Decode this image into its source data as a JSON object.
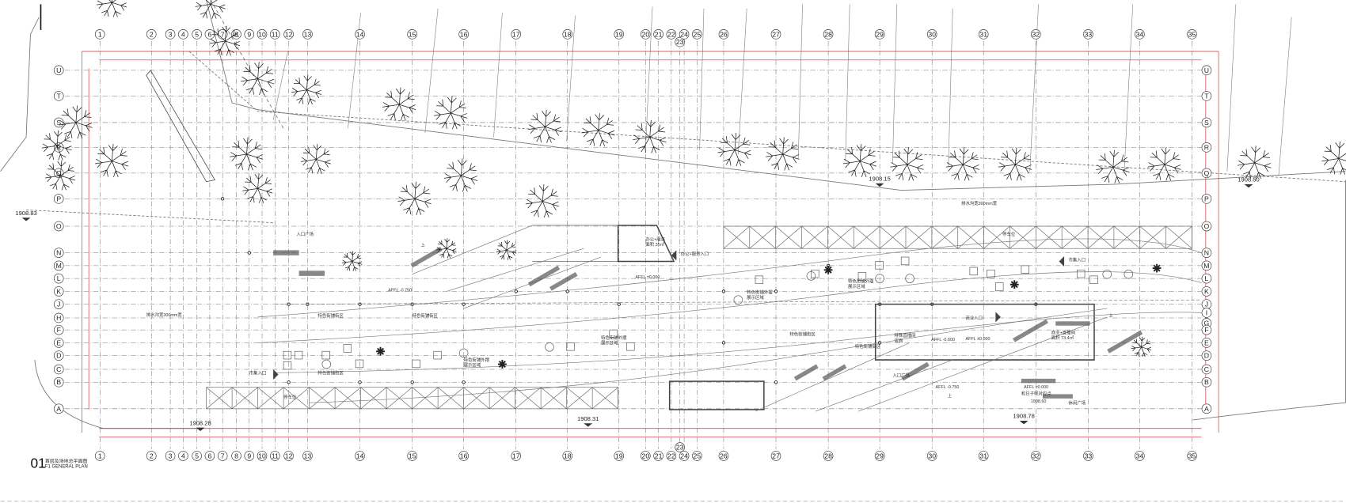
{
  "drawing": {
    "number": "01",
    "title_cn": "首层及场地总平面图",
    "title_en": "F1 GENERAL PLAN"
  },
  "grid": {
    "columns": [
      "1",
      "2",
      "3",
      "4",
      "5",
      "6",
      "7",
      "8",
      "9",
      "10",
      "11",
      "12",
      "13",
      "14",
      "15",
      "16",
      "17",
      "18",
      "19",
      "20",
      "21",
      "22",
      "23",
      "24",
      "25",
      "26",
      "27",
      "28",
      "29",
      "30",
      "31",
      "32",
      "33",
      "34",
      "35"
    ],
    "rows_left": [
      "U",
      "T",
      "S",
      "R",
      "Q",
      "P",
      "O",
      "N",
      "M",
      "L",
      "K",
      "J",
      "H",
      "F",
      "E",
      "D",
      "C",
      "B",
      "A"
    ],
    "rows_right": [
      "U",
      "T",
      "S",
      "R",
      "Q",
      "P",
      "O",
      "N",
      "M",
      "L",
      "K",
      "J",
      "I",
      "G",
      "F",
      "E",
      "D",
      "C",
      "B",
      "A"
    ]
  },
  "elevations": [
    "1908.83",
    "1908.15",
    "1908.50",
    "1908.28",
    "1908.31",
    "1908.78",
    "1908.60"
  ],
  "labels": {
    "office": "办公+服务",
    "office_area": "面积 35㎡",
    "office_entry": "办公+服务入口",
    "shop_a": "特色街铺外摆",
    "shop_a2": "展示区域",
    "shop_b": "特色街铺外摆",
    "shop_b2": "展示区域",
    "shop_c": "特色街铺外摆",
    "shop_c2": "展示区域",
    "shop_d": "特色街铺外摆",
    "shop_d2": "展示区域",
    "street_1": "特色街铺街区",
    "street_2": "特色街铺街区",
    "street_3": "特色街铺街区",
    "street_4": "特色街铺街区",
    "street_5": "特色街铺街区",
    "parking_top": "停车位",
    "parking_bottom": "停车位",
    "entry_left": "市集入口",
    "entry_right": "市集入口",
    "entry_mid": "商业入口",
    "kiosk": "特殊直播间",
    "kiosk2": "店面",
    "shop_area": "商业+直播间",
    "shop_area2": "面积 73.4㎡",
    "plaza": "入口广场",
    "plaza_left": "入口广场",
    "plaza_right": "休闲广场",
    "drainage_1": "排水沟宽300mm宽",
    "drainage_2": "排水沟宽300mm宽",
    "level_1": "AFFL -0.750",
    "level_2": "AFFL ±0.000",
    "level_3": "AFFL -0.750",
    "level_4": "AFFL ±0.000",
    "level_5": "AFFL -0.600",
    "level_6": "AFFL ±0.000",
    "entry_point": "和日子呢对应点",
    "up_1": "上",
    "up_2": "上",
    "up_3": "上"
  },
  "colors": {
    "line": "#555555",
    "dimension": "#d62b2b",
    "grid": "#777777"
  }
}
